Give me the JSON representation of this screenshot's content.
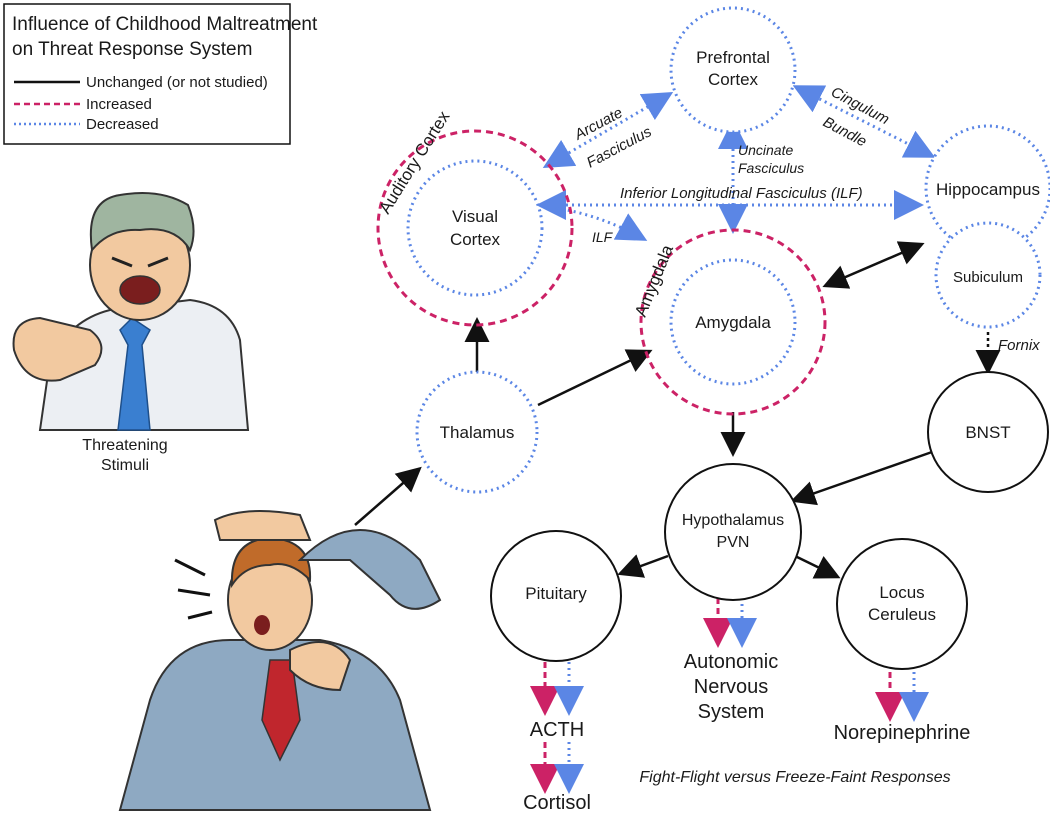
{
  "legend": {
    "title_line1": "Influence of Childhood Maltreatment",
    "title_line2": "on Threat Response System",
    "items": [
      {
        "label": "Unchanged (or not studied)",
        "style": "solid",
        "color": "#111111"
      },
      {
        "label": "Increased",
        "style": "dashed",
        "color": "#cc2266"
      },
      {
        "label": "Decreased",
        "style": "dotted",
        "color": "#5b86e5"
      }
    ]
  },
  "illustrations": {
    "threat": {
      "caption_line1": "Threatening",
      "caption_line2": "Stimuli"
    },
    "victim": {}
  },
  "nodes": {
    "prefrontal": {
      "line1": "Prefrontal",
      "line2": "Cortex"
    },
    "auditory": {
      "label": "Auditory Cortex"
    },
    "visual": {
      "line1": "Visual",
      "line2": "Cortex"
    },
    "hippocampus": {
      "label": "Hippocampus"
    },
    "subiculum": {
      "label": "Subiculum"
    },
    "amygdala_outer": {
      "label": "Amygdala"
    },
    "amygdala": {
      "label": "Amygdala"
    },
    "thalamus": {
      "label": "Thalamus"
    },
    "bnst": {
      "label": "BNST"
    },
    "hypothalamus": {
      "line1": "Hypothalamus",
      "line2": "PVN"
    },
    "pituitary": {
      "label": "Pituitary"
    },
    "locus": {
      "line1": "Locus",
      "line2": "Ceruleus"
    }
  },
  "tracts": {
    "arcuate_1": "Arcuate",
    "arcuate_2": "Fasciculus",
    "uncinate_1": "Uncinate",
    "uncinate_2": "Fasciculus",
    "cingulum_1": "Cingulum",
    "cingulum_2": "Bundle",
    "ilf_long": "Inferior Longitudinal Fasciculus (ILF)",
    "ilf_short": "ILF",
    "fornix": "Fornix"
  },
  "outputs": {
    "ans_1": "Autonomic",
    "ans_2": "Nervous",
    "ans_3": "System",
    "acth": "ACTH",
    "cortisol": "Cortisol",
    "norepinephrine": "Norepinephrine"
  },
  "footer": "Fight-Flight versus Freeze-Faint Responses",
  "colors": {
    "solid": "#111111",
    "increased": "#cc2266",
    "decreased": "#5b86e5",
    "skin": "#f2c9a0",
    "suit": "#8ea9c2",
    "tie": "#3a7fd0"
  }
}
